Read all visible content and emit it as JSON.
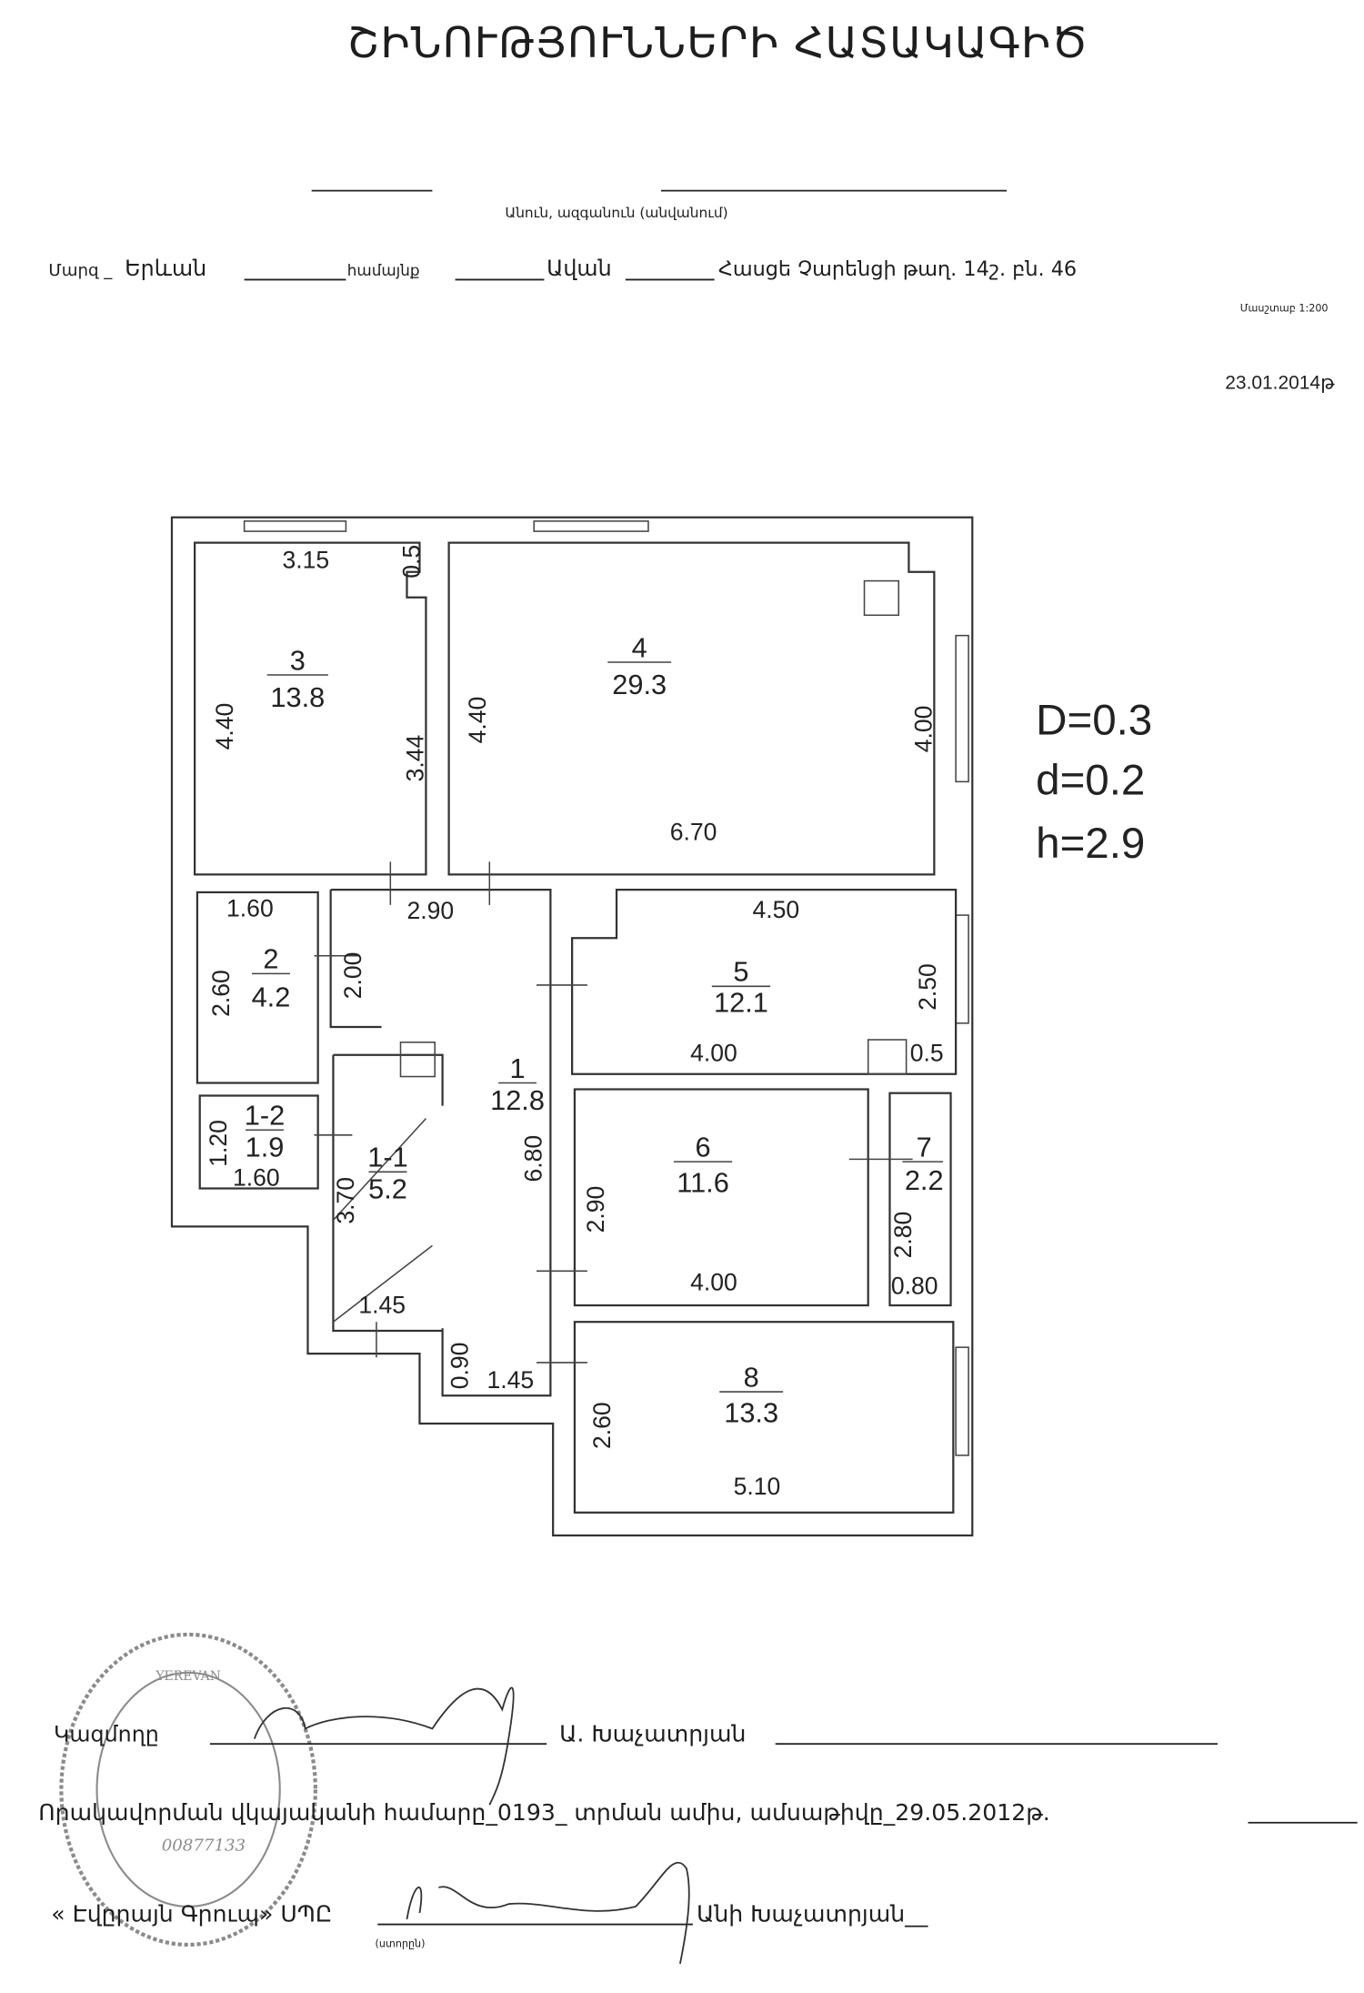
{
  "header": {
    "title": "ՇԻՆՈՒԹՅՈՒՆՆԵՐԻ ՀԱՏԱԿԱԳԻԾ",
    "owner_caption": "Անուն, ազգանուն (անվանում)",
    "region_label": "Մարզ _",
    "region_value": "Երևան",
    "community_label": "համայնք",
    "community_value": "Ավան",
    "address": "Հասցե Չարենցի թաղ. 14շ. բն. 46",
    "scale": "Մասշտաբ 1:200",
    "date": "23.01.2014թ"
  },
  "parameters": {
    "wall_thick": "D=0.3",
    "wall_thin": "d=0.2",
    "height": "h=2.9"
  },
  "rooms": [
    {
      "number": "1",
      "area": "12.8"
    },
    {
      "number": "1-1",
      "area": "5.2"
    },
    {
      "number": "1-2",
      "area": "1.9"
    },
    {
      "number": "2",
      "area": "4.2"
    },
    {
      "number": "3",
      "area": "13.8"
    },
    {
      "number": "4",
      "area": "29.3"
    },
    {
      "number": "5",
      "area": "12.1"
    },
    {
      "number": "6",
      "area": "11.6"
    },
    {
      "number": "7",
      "area": "2.2"
    },
    {
      "number": "8",
      "area": "13.3"
    }
  ],
  "dimensions": {
    "r3_top": "3.15",
    "r3_notch": "0.5",
    "r3_left": "4.40",
    "r3_right": "3.44",
    "r4_left": "4.40",
    "r4_right": "4.00",
    "r4_bottom": "6.70",
    "r2_top": "1.60",
    "r2_left": "2.60",
    "r1_top": "2.90",
    "r1_left": "2.00",
    "r1_right": "6.80",
    "r1_bottom_left": "0.90",
    "r1_bottom": "1.45",
    "r12_left": "1.20",
    "r12_bottom": "1.60",
    "r11_left": "3.70",
    "r11_bottom": "1.45",
    "r5_top": "4.50",
    "r5_right": "2.50",
    "r5_bottom": "4.00",
    "r5_notch": "0.5",
    "r6_left": "2.90",
    "r6_bottom": "4.00",
    "r7_left": "2.80",
    "r7_bottom": "0.80",
    "r8_left": "2.60",
    "r8_bottom": "5.10"
  },
  "footer": {
    "compiler_label": "Կազմողը",
    "compiler_name": "Ա. Խաչատրյան",
    "certificate_line": "Որակավորման վկայականի համարը_0193_ տրման ամիս, ամսաթիվը_29.05.2012թ.",
    "company": "« Էվըրայն Գրուպ» ՍՊԸ",
    "director_name": "Անի Խաչատրյան__",
    "signature_caption": "(ստորըն)"
  },
  "stamp": {
    "city": "YEREVAN",
    "number": "00877133"
  }
}
